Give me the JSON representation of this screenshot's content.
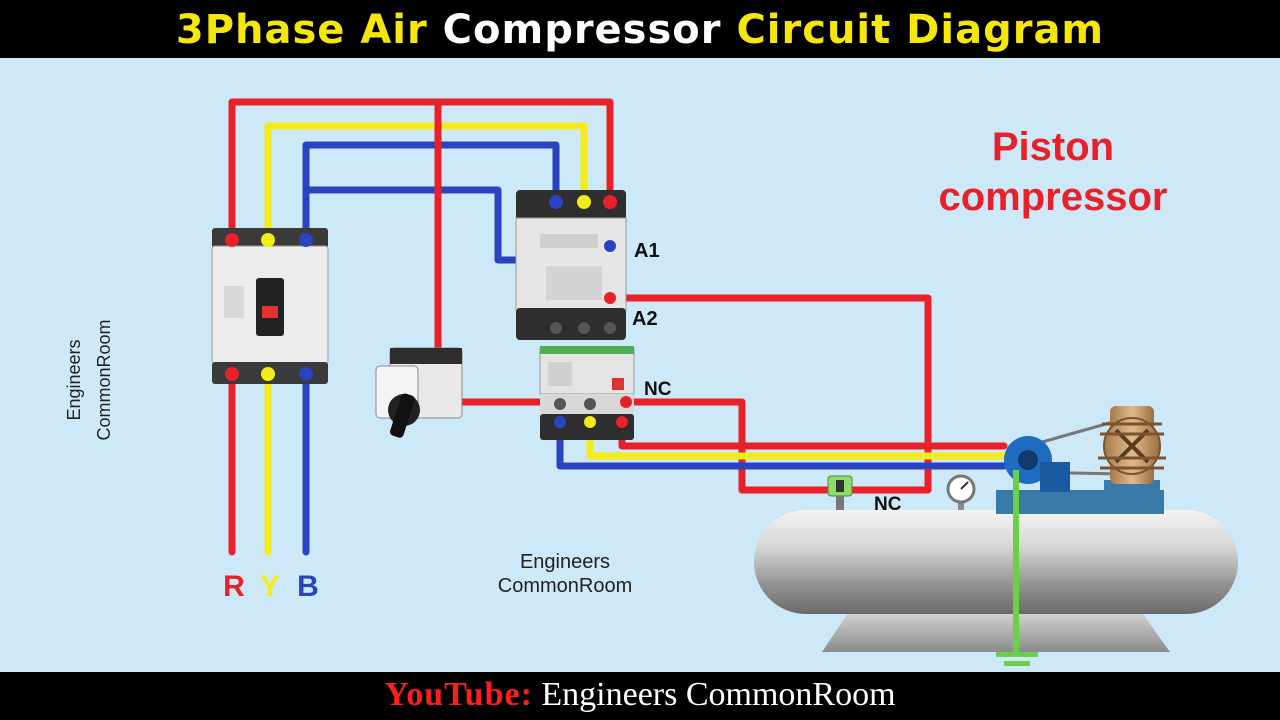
{
  "title": {
    "part1": "3Phase Air ",
    "part2": "Compressor ",
    "part3": "Circuit Diagram"
  },
  "labels": {
    "piston_line1": "Piston",
    "piston_line2": "compressor",
    "a1": "A1",
    "a2": "A2",
    "nc_relay": "NC",
    "nc_switch": "NC",
    "phase_r": "R",
    "phase_y": "Y",
    "phase_b": "B",
    "watermark_center_line1": "Engineers",
    "watermark_center_line2": "CommonRoom",
    "watermark_side_line1": "Engineers",
    "watermark_side_line2": "CommonRoom"
  },
  "footer": {
    "prefix": "YouTube:",
    "channel": " Engineers CommonRoom"
  },
  "colors": {
    "phase_r": "#e8202a",
    "phase_y": "#f4ec18",
    "phase_b": "#2a44c0",
    "ground": "#6ad04a",
    "background": "#cde8f7"
  }
}
